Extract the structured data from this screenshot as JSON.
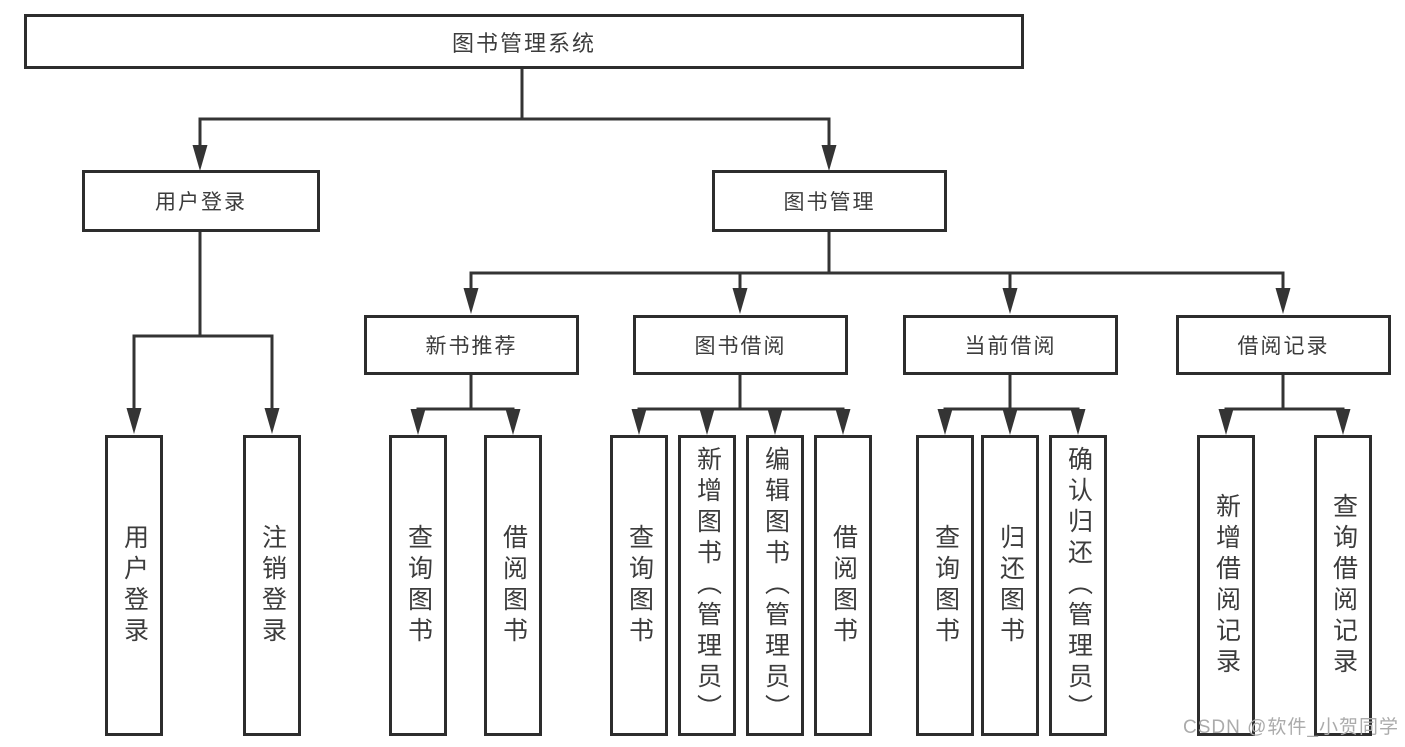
{
  "nodes": {
    "root": "图书管理系统",
    "user_login": "用户登录",
    "book_mgmt": "图书管理",
    "new_book_rec": "新书推荐",
    "book_borrow": "图书借阅",
    "current_borrow": "当前借阅",
    "borrow_records": "借阅记录",
    "leaf_user_login": "用户登录",
    "leaf_logout": "注销登录",
    "leaf_query_books_a": "查询图书",
    "leaf_borrow_books_a": "借阅图书",
    "leaf_query_books_b": "查询图书",
    "leaf_add_books_admin": "新增图书（管理员）",
    "leaf_edit_books_admin": "编辑图书（管理员）",
    "leaf_borrow_books_b": "借阅图书",
    "leaf_query_books_c": "查询图书",
    "leaf_return_books": "归还图书",
    "leaf_confirm_return_admin": "确认归还（管理员）",
    "leaf_add_borrow_record": "新增借阅记录",
    "leaf_query_borrow_record": "查询借阅记录"
  },
  "edges": [
    {
      "from": "图书管理系统",
      "to": "用户登录"
    },
    {
      "from": "图书管理系统",
      "to": "图书管理"
    },
    {
      "from": "用户登录",
      "to": "用户登录"
    },
    {
      "from": "用户登录",
      "to": "注销登录"
    },
    {
      "from": "图书管理",
      "to": "新书推荐"
    },
    {
      "from": "图书管理",
      "to": "图书借阅"
    },
    {
      "from": "图书管理",
      "to": "当前借阅"
    },
    {
      "from": "图书管理",
      "to": "借阅记录"
    },
    {
      "from": "新书推荐",
      "to": "查询图书"
    },
    {
      "from": "新书推荐",
      "to": "借阅图书"
    },
    {
      "from": "图书借阅",
      "to": "查询图书"
    },
    {
      "from": "图书借阅",
      "to": "新增图书（管理员）"
    },
    {
      "from": "图书借阅",
      "to": "编辑图书（管理员）"
    },
    {
      "from": "图书借阅",
      "to": "借阅图书"
    },
    {
      "from": "当前借阅",
      "to": "查询图书"
    },
    {
      "from": "当前借阅",
      "to": "归还图书"
    },
    {
      "from": "当前借阅",
      "to": "确认归还（管理员）"
    },
    {
      "from": "借阅记录",
      "to": "新增借阅记录"
    },
    {
      "from": "借阅记录",
      "to": "查询借阅记录"
    }
  ],
  "watermark": "CSDN @软件_小贺同学",
  "colors": {
    "line": "#343434",
    "box_border": "#2d2d2d",
    "text": "#3c3c3c",
    "watermark": "#ababab",
    "background": "#ffffff"
  }
}
